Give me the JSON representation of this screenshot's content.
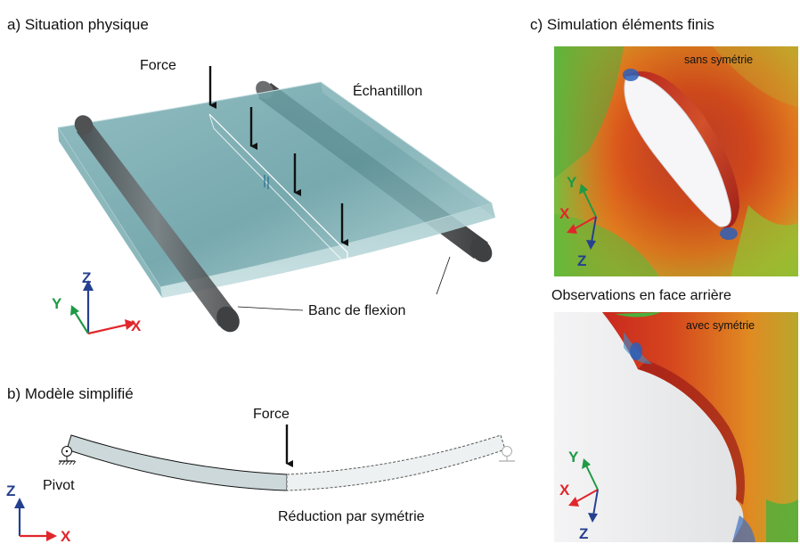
{
  "panel_a": {
    "title": "a) Situation physique",
    "label_force": "Force",
    "label_sample": "Échantillon",
    "label_bench": "Banc de flexion",
    "axes": {
      "x": "X",
      "y": "Y",
      "z": "Z"
    }
  },
  "panel_b": {
    "title": "b) Modèle simplifié",
    "label_force": "Force",
    "label_pivot": "Pivot",
    "label_reduction": "Réduction par symétrie",
    "axes": {
      "x": "X",
      "z": "Z"
    }
  },
  "panel_c": {
    "title": "c) Simulation éléments finis",
    "top_badge": "sans symétrie",
    "middle_caption": "Observations en face arrière",
    "bottom_badge": "avec symétrie",
    "axes": {
      "x": "X",
      "y": "Y",
      "z": "Z"
    }
  },
  "colors": {
    "axis_x": "#e0262b",
    "axis_y": "#1f9a45",
    "axis_z": "#25408f",
    "glass": "#8fbcc0",
    "rod": "#5a5c5e"
  }
}
